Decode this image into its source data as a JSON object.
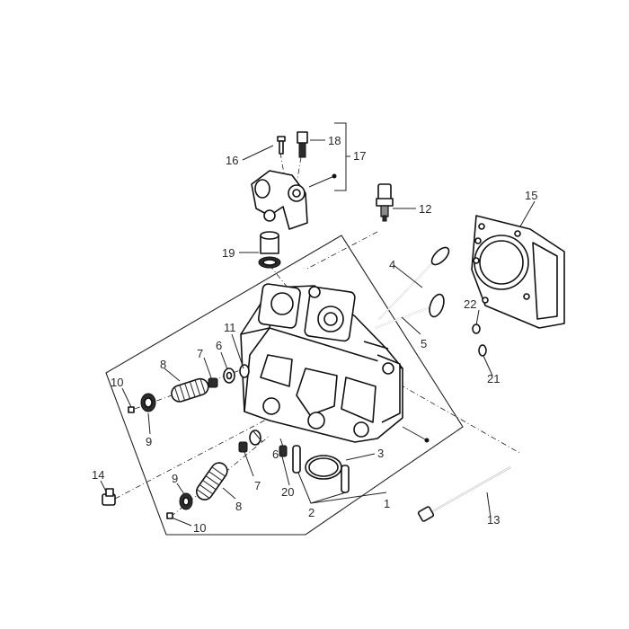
{
  "diagram": {
    "callouts": {
      "c1": "1",
      "c2": "2",
      "c3": "3",
      "c4": "4",
      "c5": "5",
      "c6a": "6",
      "c6b": "6",
      "c7a": "7",
      "c7b": "7",
      "c8a": "8",
      "c8b": "8",
      "c9a": "9",
      "c9b": "9",
      "c10a": "10",
      "c10b": "10",
      "c11": "11",
      "c12": "12",
      "c13": "13",
      "c14": "14",
      "c15": "15",
      "c16": "16",
      "c17": "17",
      "c18": "18",
      "c19": "19",
      "c20": "20",
      "c21": "21",
      "c22": "22"
    },
    "colors": {
      "line": "#111111",
      "grey": "#8a8a8a",
      "dark": "#2c2c2c",
      "background": "#ffffff"
    }
  }
}
